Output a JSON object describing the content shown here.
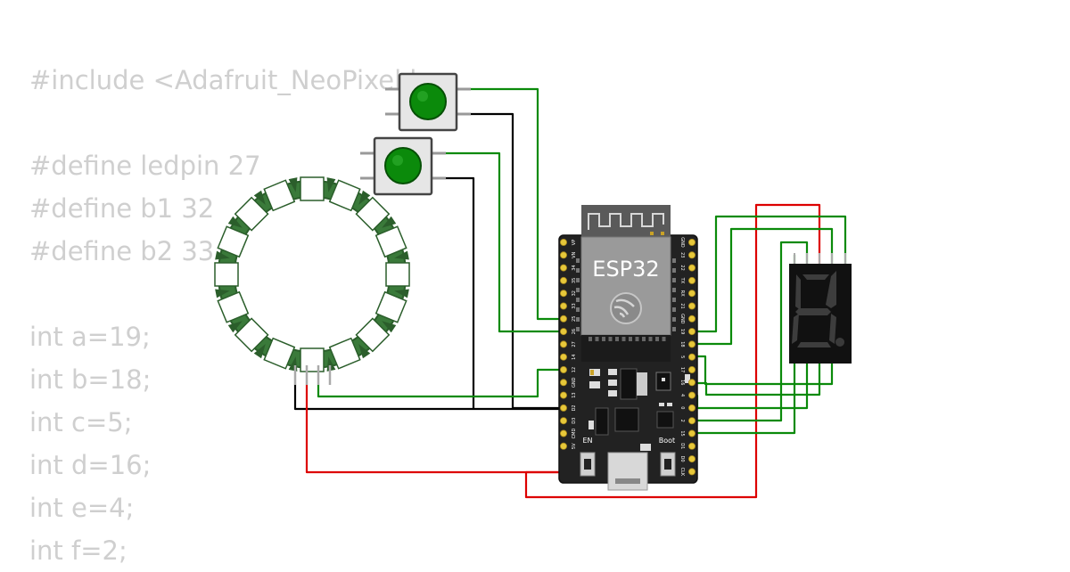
{
  "code_lines": [
    "#include <Adafruit_NeoPixel.h>",
    "",
    "#define ledpin 27",
    "#define b1 32",
    "#define b2 33",
    "",
    "int a=19;",
    "int b=18;",
    "int c=5;",
    "int d=16;",
    "int e=4;",
    "int f=2;"
  ],
  "board": {
    "name": "ESP32",
    "en_label": "EN",
    "boot_label": "Boot",
    "left_pins": [
      "VP",
      "VN",
      "34",
      "35",
      "32",
      "33",
      "25",
      "26",
      "27",
      "14",
      "12",
      "GND",
      "13",
      "D2",
      "D3",
      "CMD",
      "5V"
    ],
    "right_pins": [
      "GND",
      "23",
      "22",
      "TX",
      "RX",
      "21",
      "GND",
      "19",
      "18",
      "5",
      "17",
      "16",
      "4",
      "0",
      "2",
      "15",
      "D1",
      "D0",
      "CLK"
    ]
  },
  "neopixel_ring": {
    "led_count": 16
  },
  "display": {
    "digit": "8"
  },
  "colors": {
    "wire_green": "#0a8a0a",
    "wire_black": "#000000",
    "wire_red": "#dd0000",
    "board": "#222222",
    "code_text": "#cfcfcf"
  }
}
